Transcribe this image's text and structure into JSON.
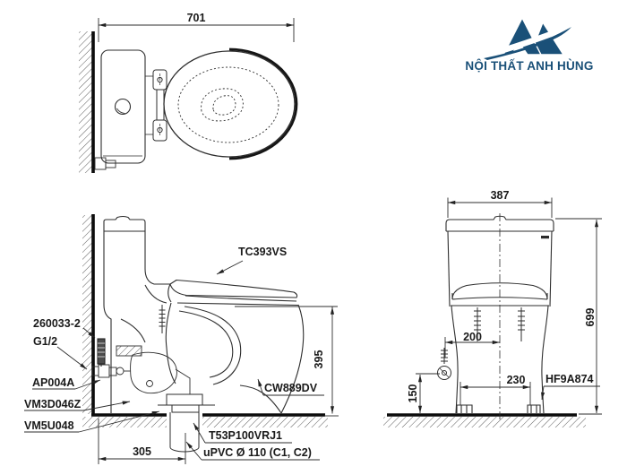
{
  "page": {
    "background": "#ffffff",
    "line_color": "#2e2e2e",
    "bold_line_color": "#0c0c0c"
  },
  "logo": {
    "brand_name": "NỘI THẤT ANH HÙNG",
    "brand_color": "#1a5078",
    "mark": "double-A-mountain-with-swoosh"
  },
  "top_view": {
    "dim_width": "701"
  },
  "side_view": {
    "label_seat_lid": "TC393VS",
    "label_supply_hose": "260033-2",
    "label_inlet_thread": "G1/2",
    "label_stop_valve": "AP004A",
    "label_fill_valve": "VM3D046Z",
    "label_flush_valve": "VM5U048",
    "label_bowl_model": "CW889DV",
    "label_drain_socket": "T53P100VRJ1",
    "label_drain_pipe": "uPVC Ø 110 (C1, C2)",
    "dim_seat_height": "395",
    "dim_drain_offset": "305"
  },
  "front_view": {
    "dim_width": "387",
    "dim_height": "699",
    "dim_supply_offset": "200",
    "dim_base_bolt_spacing": "230",
    "dim_supply_height": "150",
    "label_seat_fitting": "HF9A874"
  }
}
